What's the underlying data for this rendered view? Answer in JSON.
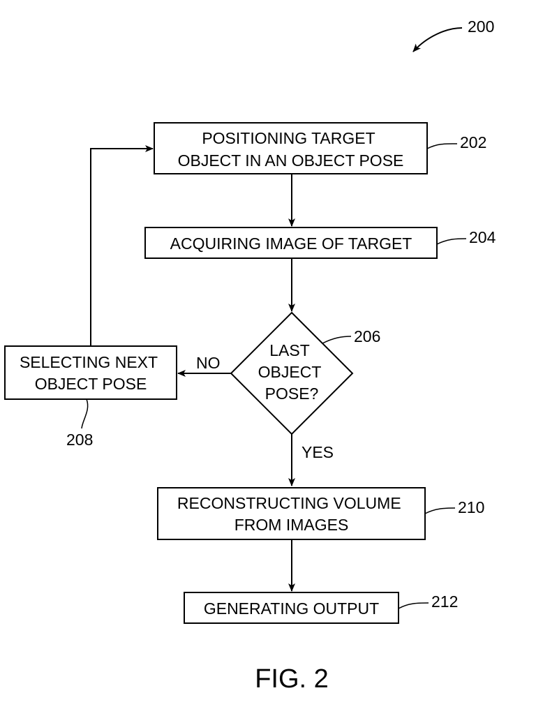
{
  "figure": {
    "number": "200",
    "caption": "FIG. 2"
  },
  "steps": {
    "s202": {
      "ref": "202",
      "lines": [
        "POSITIONING TARGET",
        "OBJECT IN AN OBJECT POSE"
      ]
    },
    "s204": {
      "ref": "204",
      "lines": [
        "ACQUIRING IMAGE OF TARGET"
      ]
    },
    "s206": {
      "ref": "206",
      "lines": [
        "LAST",
        "OBJECT",
        "POSE?"
      ]
    },
    "s208": {
      "ref": "208",
      "lines": [
        "SELECTING NEXT",
        "OBJECT POSE"
      ]
    },
    "s210": {
      "ref": "210",
      "lines": [
        "RECONSTRUCTING VOLUME",
        "FROM IMAGES"
      ]
    },
    "s212": {
      "ref": "212",
      "lines": [
        "GENERATING OUTPUT"
      ]
    }
  },
  "branches": {
    "no": "NO",
    "yes": "YES"
  },
  "colors": {
    "stroke": "#000000",
    "background": "#ffffff"
  }
}
